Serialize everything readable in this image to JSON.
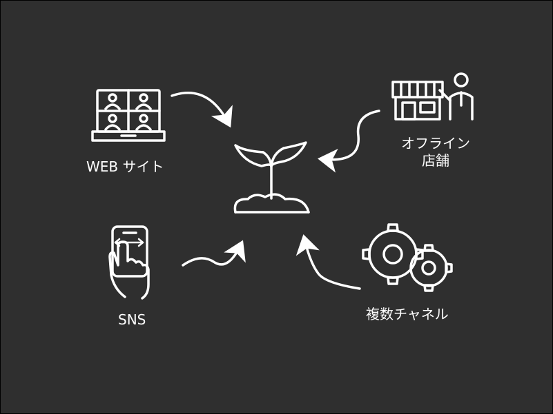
{
  "diagram": {
    "background": "#2f2f2f",
    "stroke": "#ffffff",
    "nodes": {
      "web": {
        "label": "WEB サイト",
        "icon": "laptop-video-call-icon"
      },
      "offline": {
        "label_line1": "オフライン",
        "label_line2": "店舗",
        "icon": "storefront-with-person-icon"
      },
      "sns": {
        "label": "SNS",
        "icon": "smartphone-swipe-icon"
      },
      "multi": {
        "label": "複数チャネル",
        "icon": "gears-icon"
      },
      "center": {
        "icon": "sprout-icon"
      }
    }
  }
}
